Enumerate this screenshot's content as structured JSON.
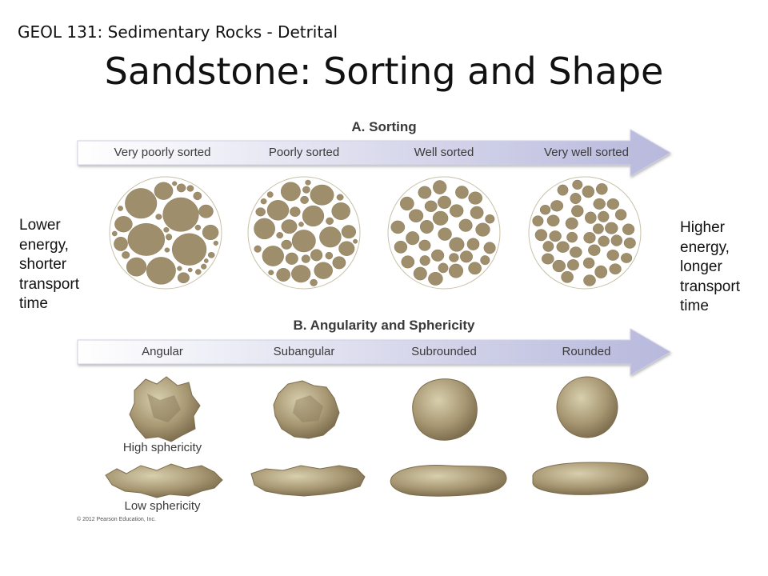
{
  "slide": {
    "course": "GEOL 131: Sedimentary Rocks - Detrital",
    "title": "Sandstone: Sorting and Shape",
    "left_note": [
      "Lower",
      "energy,",
      "shorter",
      "transport",
      "time"
    ],
    "right_note": [
      "Higher",
      "energy,",
      "longer",
      "transport",
      "time"
    ],
    "copyright": "© 2012 Pearson Education, Inc."
  },
  "sorting": {
    "heading": "A. Sorting",
    "labels": [
      "Very poorly sorted",
      "Poorly sorted",
      "Well sorted",
      "Very well sorted"
    ]
  },
  "angularity": {
    "heading": "B. Angularity and Sphericity",
    "labels": [
      "Angular",
      "Subangular",
      "Subrounded",
      "Rounded"
    ],
    "high_label": "High sphericity",
    "low_label": "Low sphericity"
  },
  "colors": {
    "grain": "#9e8e6b",
    "grain_dark": "#7d6d4e",
    "grain_light": "#c9bd98",
    "matrix": "#ffffff",
    "arrow_start": "#ffffff",
    "arrow_end": "#b7b8dc"
  }
}
